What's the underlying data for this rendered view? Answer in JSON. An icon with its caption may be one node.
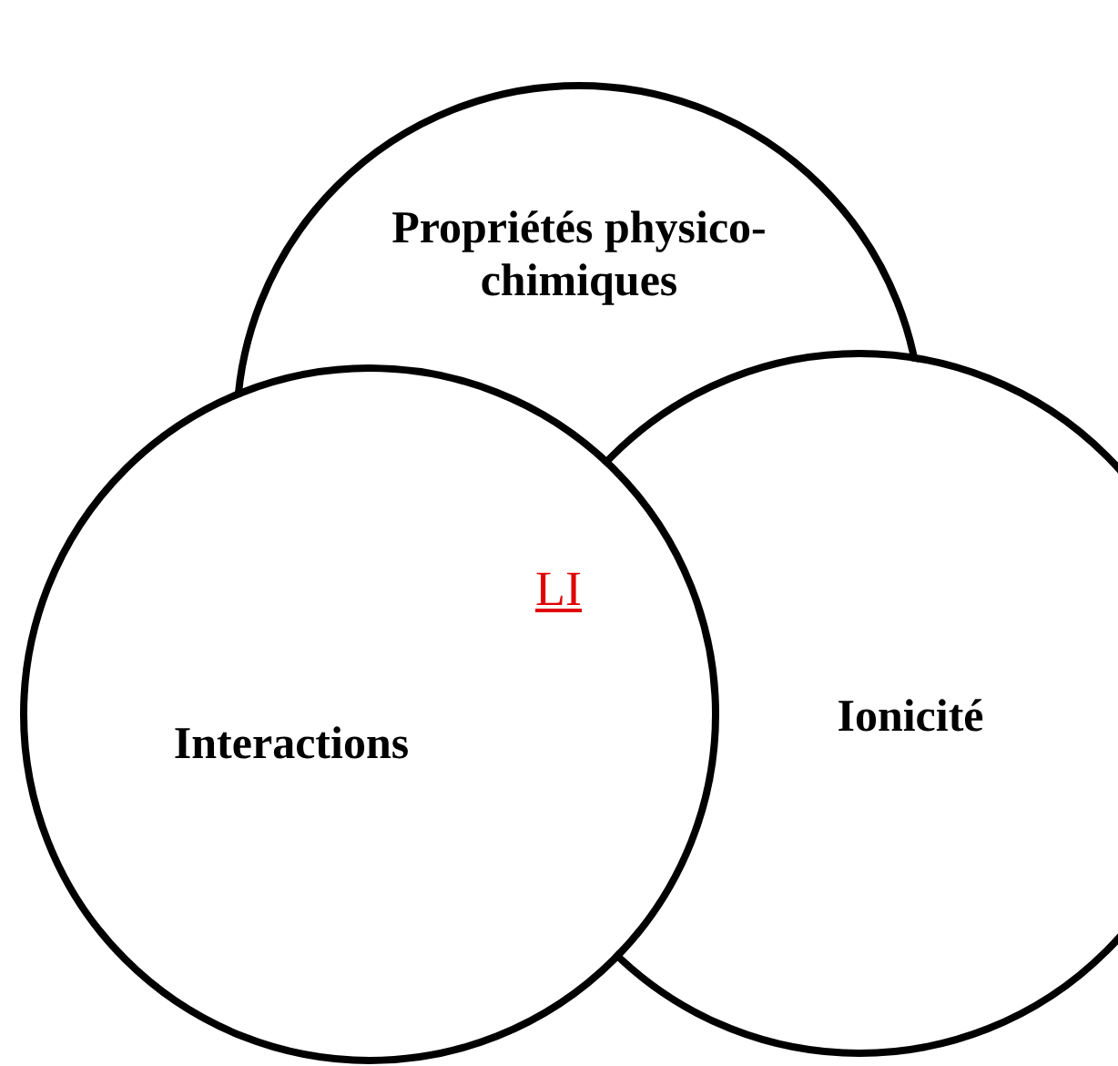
{
  "diagram": {
    "nodes": [
      {
        "text": [
          "Propriétés physico-chimiques"
        ]
      },
      {
        "text": [
          "Interactions"
        ]
      },
      {
        "text": [
          "Ionicité"
        ]
      }
    ],
    "labels": [
      "LI"
    ]
  }
}
